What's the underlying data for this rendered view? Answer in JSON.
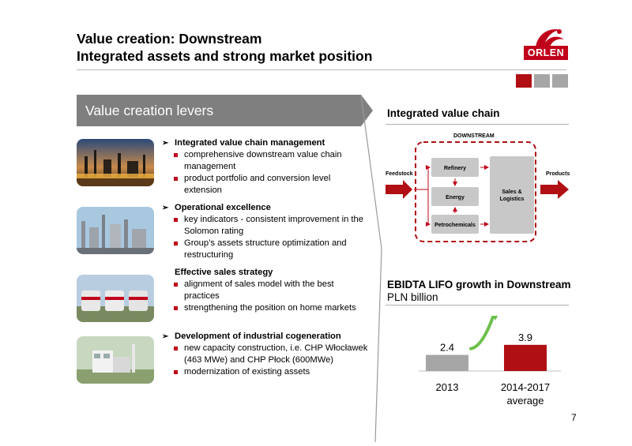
{
  "header": {
    "title_line1": "Value creation: Downstream",
    "title_line2": "Integrated assets and strong market position",
    "logo_text": "ORLEN"
  },
  "left": {
    "banner": "Value creation levers",
    "levers": [
      {
        "heading": "Integrated value chain management",
        "bullets": [
          "comprehensive downstream value chain management",
          "product portfolio and conversion level extension"
        ]
      },
      {
        "heading": "Operational excellence",
        "bullets": [
          "key indicators - consistent improvement in the Solomon rating",
          "Group’s assets structure optimization and restructuring"
        ]
      },
      {
        "heading": "Effective sales strategy",
        "bullets": [
          "alignment of sales model with the best practices",
          "strengthening the position on home markets"
        ]
      },
      {
        "heading": "Development of industrial cogeneration",
        "bullets": [
          "new capacity construction, i.e. CHP Włocławek (463 MWe) and CHP Płock (600MWe)",
          "modernization of existing assets"
        ]
      }
    ]
  },
  "value_chain": {
    "title": "Integrated value chain",
    "downstream": "DOWNSTREAM",
    "feedstock": "Feedstock",
    "products": "Products",
    "refinery": "Refinery",
    "energy": "Energy",
    "petrochemicals": "Petrochemicals",
    "sales_line1": "Sales &",
    "sales_line2": "Logistics"
  },
  "ebitda": {
    "title": "EBIDTA LIFO growth in Downstream",
    "subtitle": "PLN billion"
  },
  "chart_data": {
    "type": "bar",
    "categories": [
      "2013",
      "2014-2017 average"
    ],
    "category_lines": [
      [
        "2013"
      ],
      [
        "2014-2017",
        "average"
      ]
    ],
    "values": [
      2.4,
      3.9
    ],
    "value_labels": [
      "2.4",
      "3.9"
    ],
    "colors": [
      "#a6a6a6",
      "#b00f14"
    ],
    "title": "EBIDTA LIFO growth in Downstream",
    "ylabel": "PLN billion"
  },
  "colors": {
    "accent": "#c0001a",
    "banner": "#7f7f7f",
    "grey": "#a6a6a6"
  },
  "page_number": "7"
}
